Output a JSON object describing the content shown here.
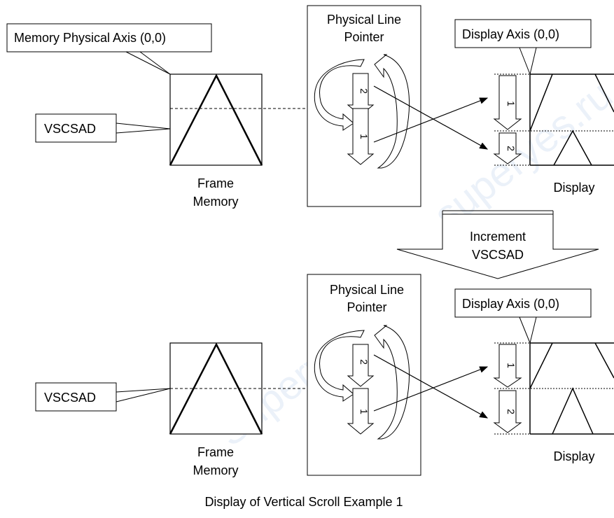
{
  "watermark": [
    "superyes.ru",
    "Superyes.ru"
  ],
  "labels": {
    "memory_axis": "Memory Physical Axis (0,0)",
    "vscsad_top": "VSCSAD",
    "vscsad_bottom": "VSCSAD",
    "frame_memory_top_1": "Frame",
    "frame_memory_top_2": "Memory",
    "frame_memory_bottom_1": "Frame",
    "frame_memory_bottom_2": "Memory",
    "pointer_top_1": "Physical Line",
    "pointer_top_2": "Pointer",
    "pointer_bottom_1": "Physical Line",
    "pointer_bottom_2": "Pointer",
    "display_axis_top": "Display Axis (0,0)",
    "display_axis_bottom": "Display Axis (0,0)",
    "display_top": "Display",
    "display_bottom": "Display",
    "increment_1": "Increment",
    "increment_2": "VSCSAD",
    "caption": "Display of Vertical Scroll Example 1"
  },
  "block_numbers": {
    "top_pointer_upper": "2",
    "top_pointer_lower": "1",
    "top_display_upper": "1",
    "top_display_lower": "2",
    "bottom_pointer_upper": "2",
    "bottom_pointer_lower": "1",
    "bottom_display_upper": "1",
    "bottom_display_lower": "2"
  }
}
